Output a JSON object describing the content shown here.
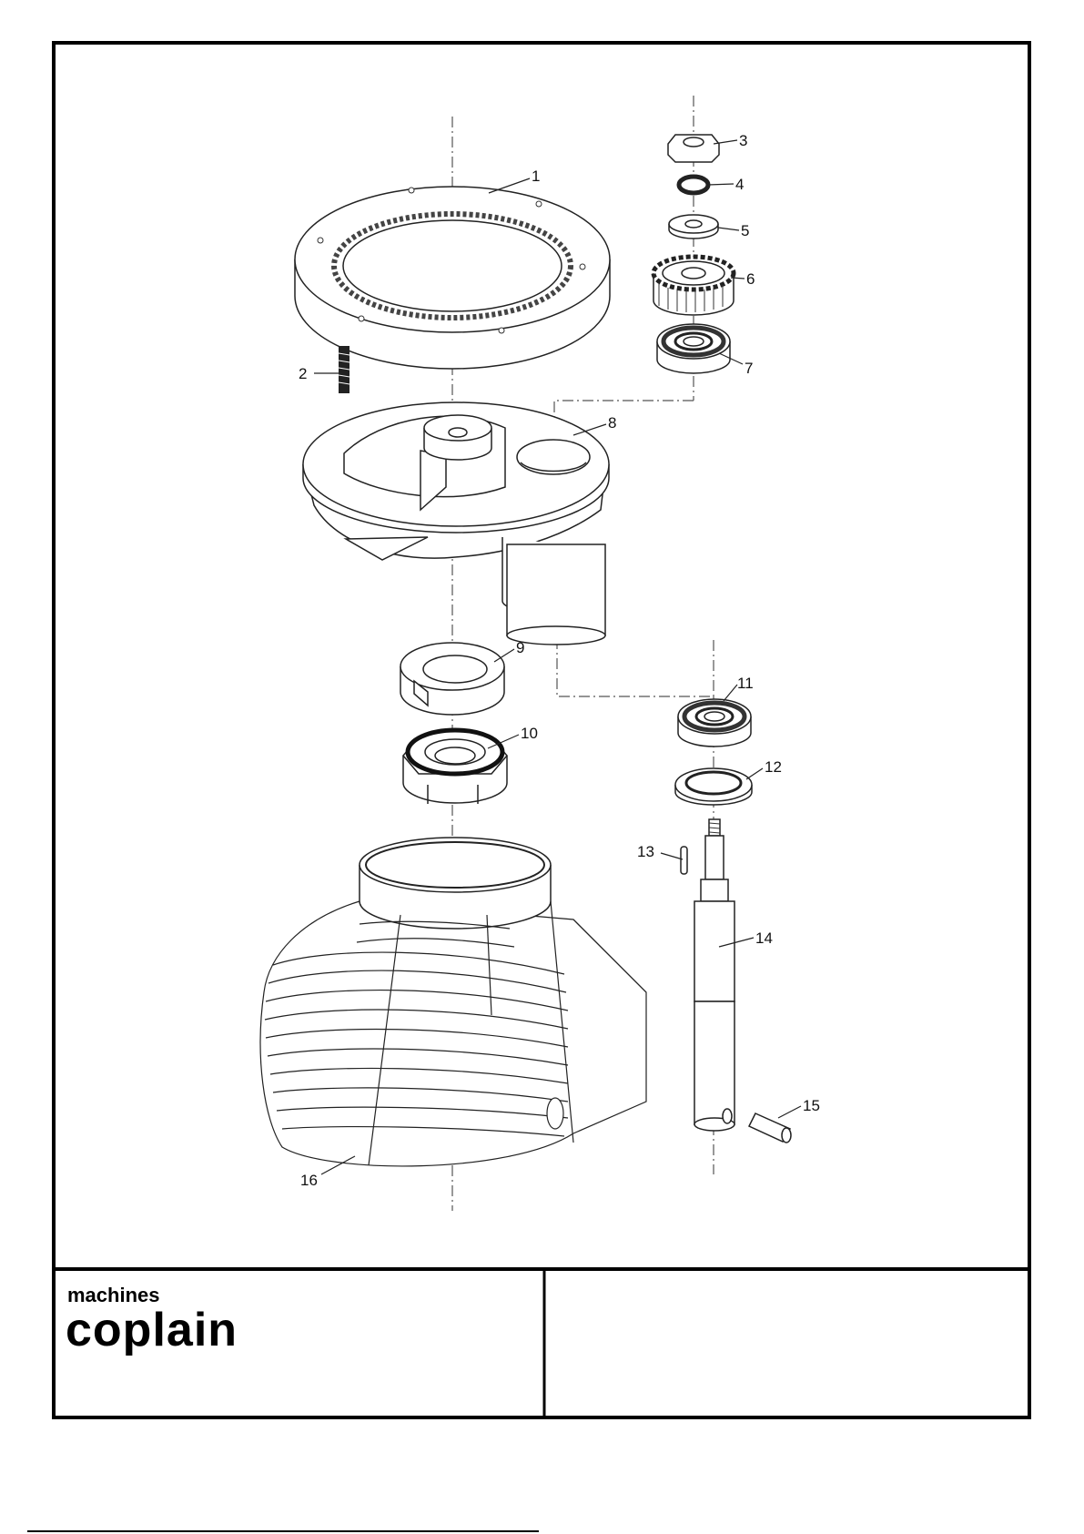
{
  "diagram": {
    "callouts": [
      "1",
      "2",
      "3",
      "4",
      "5",
      "6",
      "7",
      "8",
      "9",
      "10",
      "11",
      "12",
      "13",
      "14",
      "15",
      "16"
    ]
  },
  "title_block": {
    "brand_small": "machines",
    "brand_large": "coplain"
  }
}
